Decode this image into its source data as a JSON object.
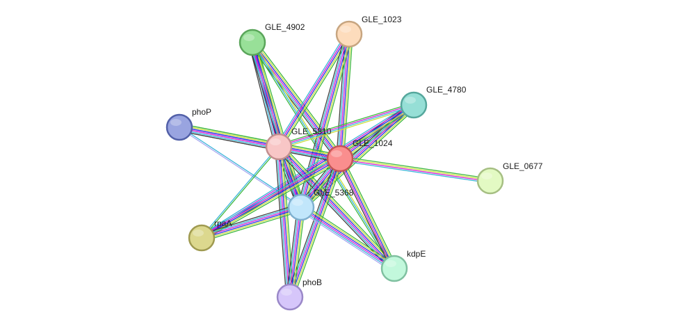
{
  "network": {
    "nodes": [
      {
        "id": "GLE_4902",
        "label": "GLE_4902",
        "fill": "#98e098",
        "stroke": "#5aa55a"
      },
      {
        "id": "GLE_1023",
        "label": "GLE_1023",
        "fill": "#fddcbc",
        "stroke": "#c7a580"
      },
      {
        "id": "GLE_4780",
        "label": "GLE_4780",
        "fill": "#96dfd6",
        "stroke": "#55a79c"
      },
      {
        "id": "phoP",
        "label": "phoP",
        "fill": "#99a4e0",
        "stroke": "#5260a8"
      },
      {
        "id": "GLE_5310",
        "label": "GLE_5310",
        "fill": "#f8c6c6",
        "stroke": "#c28e8e"
      },
      {
        "id": "GLE_1024",
        "label": "GLE_1024",
        "fill": "#fa8e8e",
        "stroke": "#c25555"
      },
      {
        "id": "GLE_0677",
        "label": "GLE_0677",
        "fill": "#e3fac3",
        "stroke": "#a6bf83"
      },
      {
        "id": "GLE_5368",
        "label": "GLE_5368",
        "fill": "#c1e6fb",
        "stroke": "#7fb0cf"
      },
      {
        "id": "rpaA",
        "label": "rpaA",
        "fill": "#dcd88e",
        "stroke": "#9f9a50"
      },
      {
        "id": "kdpE",
        "label": "kdpE",
        "fill": "#c2f8dc",
        "stroke": "#7fc0a0"
      },
      {
        "id": "phoB",
        "label": "phoB",
        "fill": "#d6c6fa",
        "stroke": "#9a88c8"
      }
    ],
    "edge_colors": [
      "#3fb83f",
      "#c8de3c",
      "#2e2ee6",
      "#d11fd1",
      "#3ab5d8",
      "#404040",
      "#a8a8f0"
    ],
    "edges": [
      {
        "from": "GLE_4902",
        "to": "GLE_5310",
        "colors": [
          "#3fb83f",
          "#c8de3c",
          "#2e2ee6",
          "#d11fd1",
          "#3ab5d8",
          "#404040"
        ]
      },
      {
        "from": "GLE_4902",
        "to": "GLE_1024",
        "colors": [
          "#3fb83f",
          "#c8de3c",
          "#2e2ee6",
          "#d11fd1",
          "#3ab5d8",
          "#404040"
        ]
      },
      {
        "from": "GLE_4902",
        "to": "GLE_5368",
        "colors": [
          "#3fb83f",
          "#c8de3c",
          "#2e2ee6",
          "#d11fd1",
          "#3ab5d8",
          "#404040"
        ]
      },
      {
        "from": "GLE_4902",
        "to": "kdpE",
        "colors": [
          "#c8de3c",
          "#3ab5d8",
          "#3fb83f"
        ]
      },
      {
        "from": "GLE_1023",
        "to": "GLE_5310",
        "colors": [
          "#3fb83f",
          "#c8de3c",
          "#2e2ee6",
          "#d11fd1",
          "#3ab5d8"
        ]
      },
      {
        "from": "GLE_1023",
        "to": "GLE_1024",
        "colors": [
          "#3fb83f",
          "#c8de3c",
          "#2e2ee6",
          "#d11fd1",
          "#3ab5d8",
          "#404040"
        ]
      },
      {
        "from": "GLE_1023",
        "to": "GLE_5368",
        "colors": [
          "#3fb83f",
          "#c8de3c",
          "#2e2ee6",
          "#d11fd1",
          "#3ab5d8",
          "#404040"
        ]
      },
      {
        "from": "GLE_4780",
        "to": "GLE_5310",
        "colors": [
          "#c8de3c",
          "#3ab5d8",
          "#d11fd1",
          "#3fb83f"
        ]
      },
      {
        "from": "GLE_4780",
        "to": "GLE_1024",
        "colors": [
          "#3fb83f",
          "#c8de3c",
          "#2e2ee6",
          "#d11fd1",
          "#3ab5d8",
          "#404040"
        ]
      },
      {
        "from": "GLE_4780",
        "to": "GLE_5368",
        "colors": [
          "#3fb83f",
          "#c8de3c",
          "#2e2ee6",
          "#d11fd1",
          "#3ab5d8",
          "#404040"
        ]
      },
      {
        "from": "GLE_4780",
        "to": "rpaA",
        "colors": [
          "#3fb83f",
          "#c8de3c",
          "#2e2ee6",
          "#d11fd1",
          "#3ab5d8"
        ]
      },
      {
        "from": "phoP",
        "to": "GLE_5310",
        "colors": [
          "#3fb83f",
          "#c8de3c",
          "#2e2ee6",
          "#d11fd1",
          "#3ab5d8",
          "#404040"
        ]
      },
      {
        "from": "phoP",
        "to": "GLE_1024",
        "colors": [
          "#3fb83f",
          "#c8de3c",
          "#2e2ee6",
          "#d11fd1",
          "#3ab5d8",
          "#404040"
        ]
      },
      {
        "from": "phoP",
        "to": "GLE_5368",
        "colors": [
          "#3ab5d8",
          "#a8a8f0"
        ]
      },
      {
        "from": "GLE_5310",
        "to": "GLE_1024",
        "colors": [
          "#3fb83f",
          "#c8de3c",
          "#2e2ee6",
          "#d11fd1",
          "#3ab5d8",
          "#404040"
        ]
      },
      {
        "from": "GLE_5310",
        "to": "GLE_5368",
        "colors": [
          "#3fb83f",
          "#c8de3c",
          "#2e2ee6",
          "#d11fd1",
          "#3ab5d8",
          "#404040"
        ]
      },
      {
        "from": "GLE_5310",
        "to": "rpaA",
        "colors": [
          "#3fb83f",
          "#3ab5d8"
        ]
      },
      {
        "from": "GLE_5310",
        "to": "kdpE",
        "colors": [
          "#3fb83f",
          "#c8de3c",
          "#2e2ee6",
          "#d11fd1",
          "#3ab5d8",
          "#404040"
        ]
      },
      {
        "from": "GLE_5310",
        "to": "phoB",
        "colors": [
          "#3fb83f",
          "#c8de3c",
          "#2e2ee6",
          "#d11fd1",
          "#3ab5d8",
          "#404040"
        ]
      },
      {
        "from": "GLE_1024",
        "to": "GLE_0677",
        "colors": [
          "#3fb83f",
          "#c8de3c",
          "#d11fd1",
          "#3ab5d8"
        ]
      },
      {
        "from": "GLE_1024",
        "to": "GLE_5368",
        "colors": [
          "#3fb83f",
          "#c8de3c",
          "#2e2ee6",
          "#d11fd1",
          "#3ab5d8",
          "#404040"
        ]
      },
      {
        "from": "GLE_1024",
        "to": "rpaA",
        "colors": [
          "#3fb83f",
          "#c8de3c",
          "#2e2ee6",
          "#d11fd1",
          "#3ab5d8"
        ]
      },
      {
        "from": "GLE_1024",
        "to": "kdpE",
        "colors": [
          "#3fb83f",
          "#c8de3c",
          "#2e2ee6",
          "#d11fd1",
          "#404040"
        ]
      },
      {
        "from": "GLE_1024",
        "to": "phoB",
        "colors": [
          "#3fb83f",
          "#c8de3c",
          "#2e2ee6",
          "#d11fd1",
          "#3ab5d8",
          "#404040"
        ]
      },
      {
        "from": "GLE_5368",
        "to": "rpaA",
        "colors": [
          "#3fb83f",
          "#c8de3c",
          "#2e2ee6",
          "#d11fd1",
          "#3ab5d8",
          "#404040"
        ]
      },
      {
        "from": "GLE_5368",
        "to": "kdpE",
        "colors": [
          "#3fb83f",
          "#c8de3c",
          "#2e2ee6",
          "#d11fd1",
          "#3ab5d8",
          "#a8a8f0"
        ]
      },
      {
        "from": "GLE_5368",
        "to": "phoB",
        "colors": [
          "#3fb83f",
          "#c8de3c",
          "#2e2ee6",
          "#d11fd1",
          "#3ab5d8",
          "#404040"
        ]
      }
    ]
  }
}
